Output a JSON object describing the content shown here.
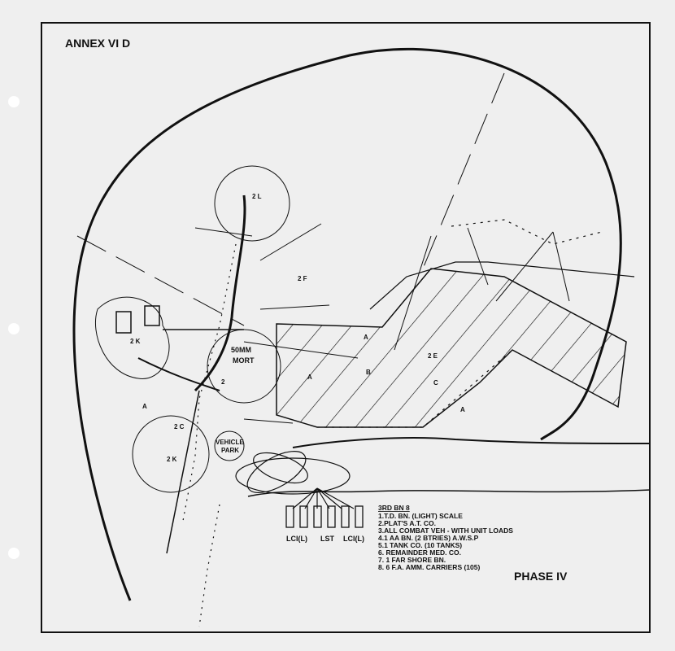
{
  "title": "ANNEX VI D",
  "phase": "PHASE IV",
  "legend": {
    "heading": "3RD BN 8",
    "items": [
      "1.T.D. BN. (LIGHT) SCALE",
      "2.PLAT'S A.T. CO.",
      "3.ALL COMBAT VEH - WITH UNIT LOADS",
      "4.1 AA BN. (2 BTRIES) A.W.S.P",
      "5.1 TANK CO. (10 TANKS)",
      "6. REMAINDER MED. CO.",
      "7. 1 FAR SHORE BN.",
      "8. 6 F.A. AMM. CARRIERS (105)"
    ]
  },
  "ships": [
    "LCI(L)",
    "LST",
    "LCI(L)"
  ],
  "labels": {
    "vehicle_park": [
      "VEHICLE",
      "PARK"
    ],
    "mortar": [
      "50MM",
      "MORT"
    ],
    "units": [
      "2 L",
      "2 F",
      "2 K",
      "2 C",
      "2 K",
      "2 E",
      "2",
      "A",
      "B",
      "C",
      "A",
      "A",
      "A"
    ]
  },
  "colors": {
    "paper": "#efefef",
    "ink": "#111111"
  }
}
